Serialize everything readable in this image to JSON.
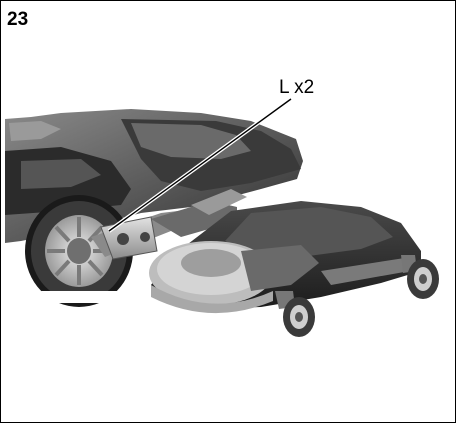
{
  "figure": {
    "number": "23",
    "callout_label": "L x2",
    "illustration": "mower-deck-attachment-illustration"
  }
}
